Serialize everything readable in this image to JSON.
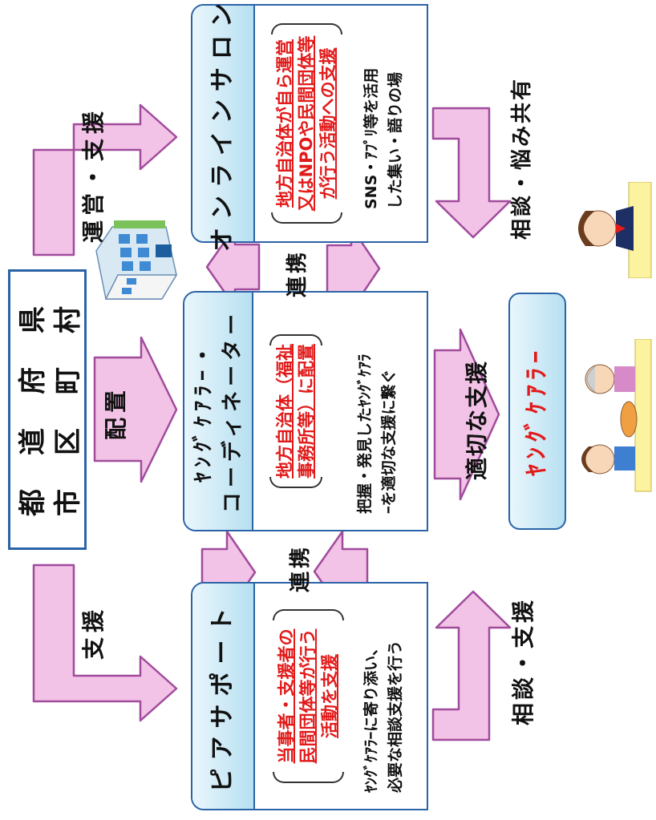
{
  "government": {
    "line1": "都　道　府　県",
    "line2": "市　区　町　村"
  },
  "peer_support": {
    "title": "ピアサポート",
    "role_lines": [
      "当事者・支援者の",
      "民間団体等が行う",
      "活動を支援"
    ],
    "desc_lines": [
      "ﾔﾝｸﾞｹｱﾗｰに寄り添い、",
      "必要な相談支援を行う"
    ]
  },
  "coordinator": {
    "title_lines": [
      "ﾔﾝｸﾞｹｱﾗｰ・",
      "コーディネーター"
    ],
    "role_lines": [
      "地方自治体（福祉",
      "事務所等）に配置"
    ],
    "desc_lines": [
      "把握・発見したﾔﾝｸﾞｹｱﾗ",
      "ｰを適切な支援に繋ぐ"
    ]
  },
  "online_salon": {
    "title": "オンラインサロン",
    "role_lines": [
      "地方自治体が自ら運営",
      "又はNPOや民間団体等",
      "が行う活動への支援"
    ],
    "desc_lines": [
      "SNS・ｱﾌﾟﾘ等を活用",
      "した集い・語りの場"
    ]
  },
  "young_carer": {
    "title": "ﾔﾝｸﾞｹｱﾗｰ"
  },
  "arrows": {
    "support_to_peer": "支援",
    "assign": "配置",
    "manage_support": "運営・支援",
    "link_top": "連携",
    "link_bottom": "連携",
    "appropriate_support": "適切な支援",
    "consult_support": "相談・支援",
    "consult_share": "相談・悩み共有"
  },
  "colors": {
    "arrow_fill": "#f2c3e6",
    "arrow_stroke": "#a04b9c",
    "box_border": "#2b63a7",
    "header_fill": "#b7e0f1",
    "highlight_text": "#e21a1a"
  },
  "icons": [
    "building-icon",
    "caregiver-elderly-illustration",
    "student-illustration"
  ]
}
